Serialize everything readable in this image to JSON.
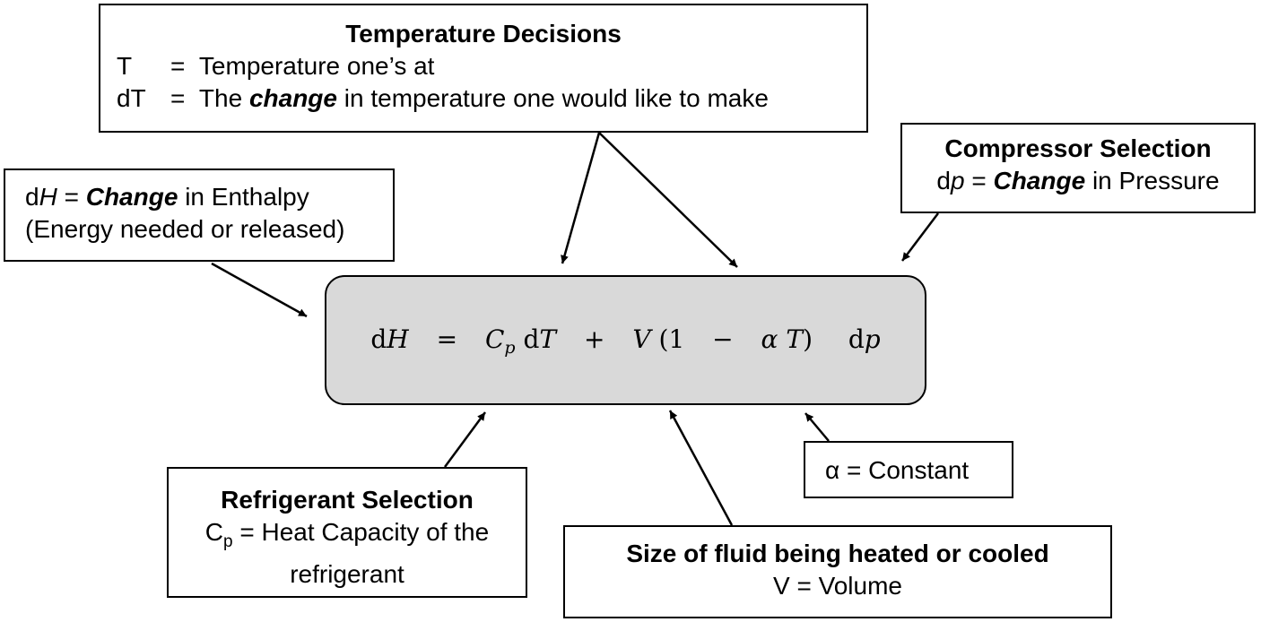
{
  "temperature_box": {
    "title": "Temperature Decisions",
    "lines": [
      {
        "symbol": "T",
        "sep": "=",
        "text": "Temperature one’s at"
      },
      {
        "symbol": "dT",
        "sep": "=",
        "pre": "The",
        "emph": "change",
        "post": "in temperature one would like to make"
      }
    ]
  },
  "enthalpy_box": {
    "symbol_d": "d",
    "symbol_var": "H",
    "sep": "=",
    "emph": "Change",
    "post": "in Enthalpy",
    "line2": "(Energy needed or released)"
  },
  "compressor_box": {
    "title": "Compressor Selection",
    "symbol_d": "d",
    "symbol_var": "p",
    "sep": "=",
    "emph": "Change",
    "post": "in Pressure"
  },
  "equation": {
    "lhs_d": "d",
    "lhs_var": "H",
    "eq": "=",
    "cp_main": "C",
    "cp_sub": "p",
    "dT_d": "d",
    "dT_var": "T",
    "plus": "+",
    "V": "V",
    "open": "(1",
    "minus": "−",
    "alpha": "α",
    "T": "T",
    "close": ")",
    "dp_d": "d",
    "dp_var": "p"
  },
  "refrigerant_box": {
    "title": "Refrigerant Selection",
    "symbol_main": "C",
    "symbol_sub": "p",
    "line1_post": "= Heat Capacity of the",
    "line2": "refrigerant"
  },
  "size_box": {
    "title": "Size of fluid being heated or cooled",
    "line": "V = Volume"
  },
  "alpha_box": {
    "text": "α = Constant"
  }
}
